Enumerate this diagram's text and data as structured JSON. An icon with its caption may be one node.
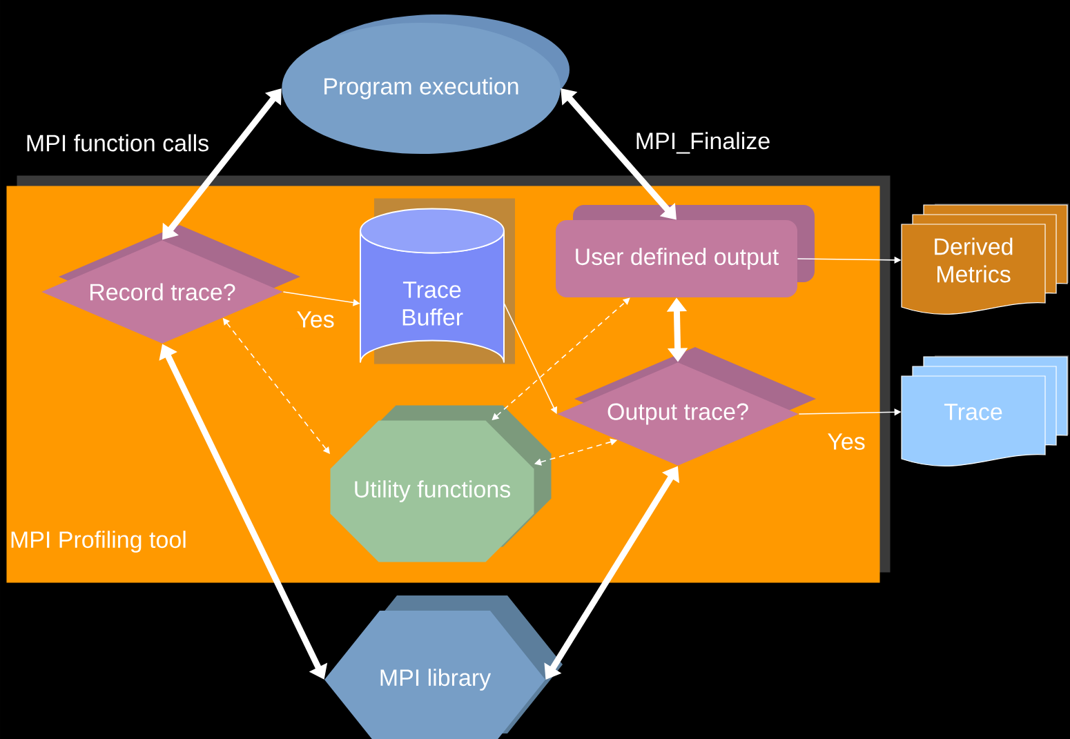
{
  "diagram": {
    "nodes": [
      {
        "text": [
          "MPI Profiling tool"
        ]
      },
      {
        "text": [
          "Program execution"
        ]
      },
      {
        "text": [
          "Record trace?"
        ],
        "in": 0
      },
      {
        "text": [
          "Trace Buffer"
        ],
        "in": 0
      },
      {
        "text": [
          "User defined output"
        ],
        "in": 0
      },
      {
        "text": [
          "Utility functions"
        ],
        "in": 0
      },
      {
        "text": [
          "Output trace?"
        ],
        "in": 0
      },
      {
        "text": [
          "MPI library"
        ]
      },
      {
        "text": [
          "Derived Metrics"
        ]
      },
      {
        "text": [
          "Trace"
        ]
      }
    ],
    "edges": [
      {
        "from": 1,
        "to": 2,
        "arrow": "both",
        "style": "thick",
        "label": "MPI function calls"
      },
      {
        "from": 1,
        "to": 4,
        "arrow": "both",
        "style": "thick",
        "label": "MPI_Finalize"
      },
      {
        "from": 2,
        "to": 3,
        "arrow": "to",
        "label": "Yes"
      },
      {
        "from": 3,
        "to": 6,
        "arrow": "to"
      },
      {
        "from": 2,
        "to": 5,
        "arrow": "both",
        "style": "dashed"
      },
      {
        "from": 5,
        "to": 4,
        "arrow": "both",
        "style": "dashed"
      },
      {
        "from": 5,
        "to": 6,
        "arrow": "both",
        "style": "dashed"
      },
      {
        "from": 4,
        "to": 6,
        "arrow": "both",
        "style": "thick"
      },
      {
        "from": 2,
        "to": 7,
        "arrow": "both",
        "style": "thick"
      },
      {
        "from": 7,
        "to": 6,
        "arrow": "both",
        "style": "thick"
      },
      {
        "from": 4,
        "to": 8,
        "arrow": "to"
      },
      {
        "from": 6,
        "to": 9,
        "arrow": "to",
        "label": "Yes"
      }
    ]
  }
}
